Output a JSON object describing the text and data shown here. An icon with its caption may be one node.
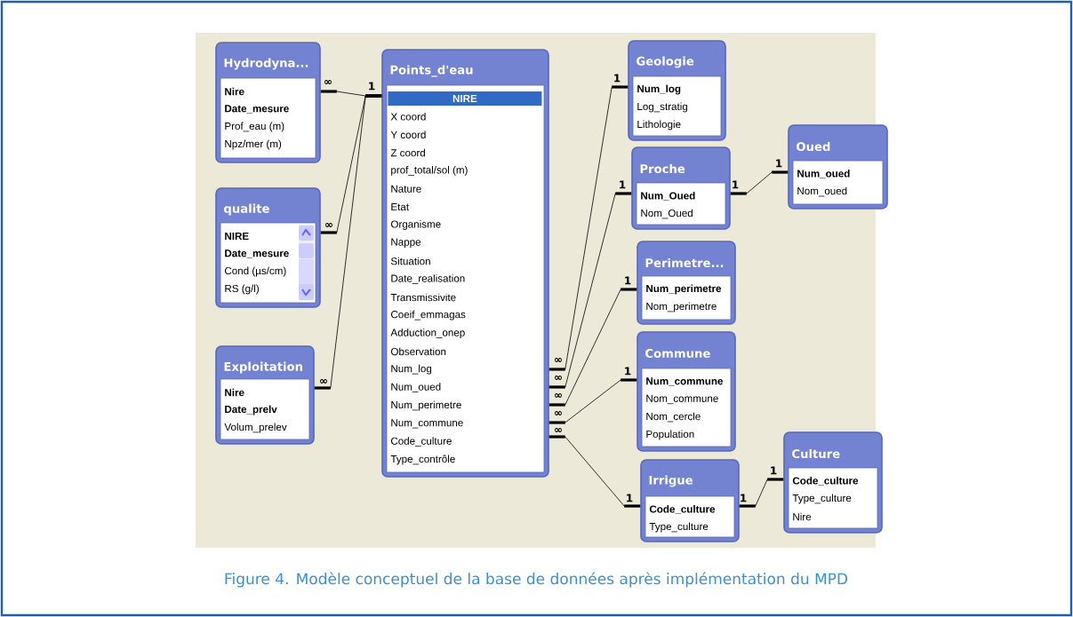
{
  "diagram": {
    "caption": "Figure 4. Modèle conceptuel de la base de données après implémentation du MPD",
    "nodes": [
      {
        "text": [
          "Hydrodyna...",
          "Nire",
          "Date_mesure",
          "Prof_eau (m)",
          "Npz/mer (m)"
        ]
      },
      {
        "text": [
          "qualite",
          "NIRE",
          "Date_mesure",
          "Cond (µs/cm)",
          "RS (g/l)"
        ]
      },
      {
        "text": [
          "Exploitation",
          "Nire",
          "Date_prelv",
          "Volum_prelev"
        ]
      },
      {
        "text": [
          "Points_d'eau",
          "NIRE",
          "X coord",
          "Y coord",
          "Z coord",
          "prof_total/sol (m)",
          "Nature",
          "Etat",
          "Organisme",
          "Nappe",
          "Situation",
          "Date_realisation",
          "Transmissivite",
          "Coeif_emmagas",
          "Adduction_onep",
          "Observation",
          "Num_log",
          "Num_oued",
          "Num_perimetre",
          "Num_commune",
          "Code_culture",
          "Type_contrôle"
        ]
      },
      {
        "text": [
          "Geologie",
          "Num_log",
          "Log_stratig",
          "Lithologie"
        ]
      },
      {
        "text": [
          "Proche",
          "Num_Oued",
          "Nom_Oued"
        ]
      },
      {
        "text": [
          "Oued",
          "Num_oued",
          "Nom_oued"
        ]
      },
      {
        "text": [
          "Perimetre...",
          "Num_perimetre",
          "Nom_perimetre"
        ]
      },
      {
        "text": [
          "Commune",
          "Num_commune",
          "Nom_commune",
          "Nom_cercle",
          "Population"
        ]
      },
      {
        "text": [
          "Irrigue",
          "Code_culture",
          "Type_culture"
        ]
      },
      {
        "text": [
          "Culture",
          "Code_culture",
          "Type_culture",
          "Nire"
        ]
      }
    ],
    "edges": [
      {
        "from": 3,
        "to": 0,
        "arrow": "none"
      },
      {
        "from": 3,
        "to": 1,
        "arrow": "none"
      },
      {
        "from": 3,
        "to": 2,
        "arrow": "none"
      },
      {
        "from": 3,
        "to": 4,
        "arrow": "none"
      },
      {
        "from": 3,
        "to": 5,
        "arrow": "none"
      },
      {
        "from": 3,
        "to": 7,
        "arrow": "none"
      },
      {
        "from": 3,
        "to": 8,
        "arrow": "none"
      },
      {
        "from": 3,
        "to": 9,
        "arrow": "none"
      },
      {
        "from": 5,
        "to": 6,
        "arrow": "none"
      },
      {
        "from": 9,
        "to": 10,
        "arrow": "none"
      }
    ],
    "labels": [
      "1",
      "∞",
      "1",
      "1",
      "1",
      "1",
      "∞",
      "1",
      "∞",
      "1",
      "∞",
      "∞",
      "∞",
      "∞",
      "∞",
      "1",
      "1",
      "1"
    ]
  }
}
